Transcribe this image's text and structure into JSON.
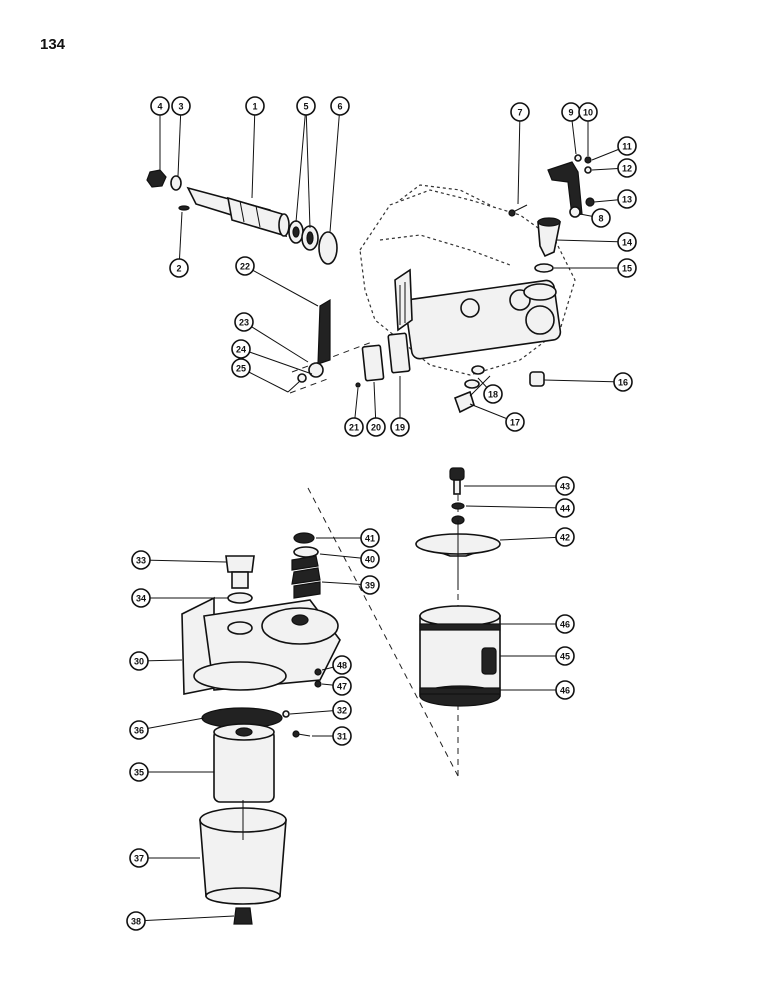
{
  "page_number": "134",
  "callouts": {
    "c1": "1",
    "c2": "2",
    "c3": "3",
    "c4": "4",
    "c5": "5",
    "c6": "6",
    "c7": "7",
    "c8": "8",
    "c9": "9",
    "c10": "10",
    "c11": "11",
    "c12": "12",
    "c13": "13",
    "c14": "14",
    "c15": "15",
    "c16": "16",
    "c17": "17",
    "c18": "18",
    "c19": "19",
    "c20": "20",
    "c21": "21",
    "c22": "22",
    "c23": "23",
    "c24": "24",
    "c25": "25",
    "c30": "30",
    "c31": "31",
    "c32": "32",
    "c33": "33",
    "c34": "34",
    "c35": "35",
    "c36": "36",
    "c37": "37",
    "c38": "38",
    "c39": "39",
    "c40": "40",
    "c41": "41",
    "c42": "42",
    "c43": "43",
    "c44": "44",
    "c45": "45",
    "c46a": "46",
    "c46b": "46",
    "c47": "47",
    "c48": "48"
  }
}
